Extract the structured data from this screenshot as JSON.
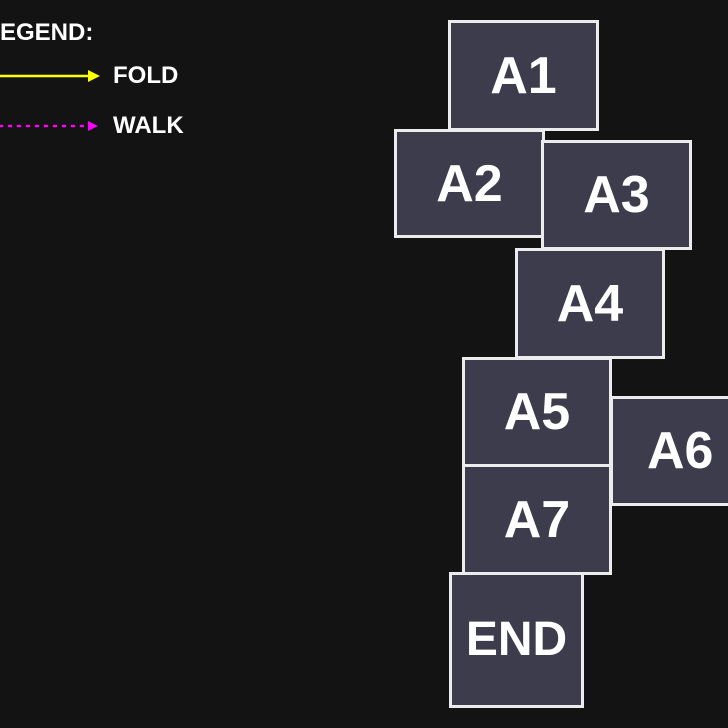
{
  "legend": {
    "title": "EGEND:",
    "fold": {
      "label": "FOLD",
      "color": "#ffff00"
    },
    "walk": {
      "label": "WALK",
      "color": "#ff00ff"
    }
  },
  "blocks": [
    {
      "id": "a1",
      "label": "A1"
    },
    {
      "id": "a2",
      "label": "A2"
    },
    {
      "id": "a3",
      "label": "A3"
    },
    {
      "id": "a4",
      "label": "A4"
    },
    {
      "id": "a5",
      "label": "A5"
    },
    {
      "id": "a6",
      "label": "A6"
    },
    {
      "id": "a7",
      "label": "A7"
    },
    {
      "id": "end",
      "label": "END"
    }
  ],
  "colors": {
    "background": "#131313",
    "block_fill": "#3c3c4c",
    "block_border": "#ececec"
  }
}
